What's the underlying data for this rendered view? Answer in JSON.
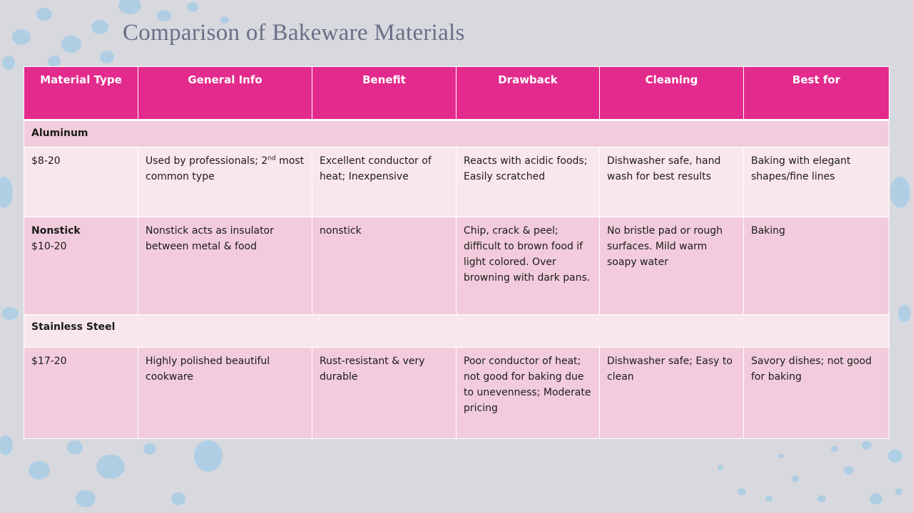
{
  "slide": {
    "title": "Comparison of Bakeware Materials"
  },
  "colors": {
    "header_bg": "#e22b8c",
    "row_dark": "#f2ccdc",
    "row_light": "#f9e7ee",
    "background": "#d7d9de",
    "dots": "#a9cde6"
  },
  "table": {
    "headers": [
      "Material Type",
      "General Info",
      "Benefit",
      "Drawback",
      "Cleaning",
      "Best for"
    ],
    "aluminum": {
      "category": "Aluminum",
      "price": "$8-20",
      "general_pre": "Used by professionals; 2",
      "general_sup": "nd",
      "general_post": " most common type",
      "benefit": "Excellent conductor of heat; Inexpensive",
      "drawback": "Reacts with acidic foods; Easily scratched",
      "cleaning": "Dishwasher safe, hand wash for best results",
      "best_for": "Baking with elegant shapes/fine lines"
    },
    "nonstick": {
      "category": "Nonstick",
      "price": "$10-20",
      "general": "Nonstick acts as insulator between metal & food",
      "benefit": "nonstick",
      "drawback": "Chip, crack & peel; difficult to brown food if light colored. Over browning with dark pans.",
      "cleaning": "No bristle pad or rough surfaces.  Mild warm soapy water",
      "best_for": "Baking"
    },
    "stainless": {
      "category": "Stainless Steel",
      "price": "$17-20",
      "general": "Highly polished beautiful cookware",
      "benefit": "Rust-resistant & very durable",
      "drawback": "Poor conductor of heat; not good for baking due to unevenness; Moderate pricing",
      "cleaning": "Dishwasher safe; Easy to clean",
      "best_for": "Savory dishes; not good for baking"
    }
  }
}
